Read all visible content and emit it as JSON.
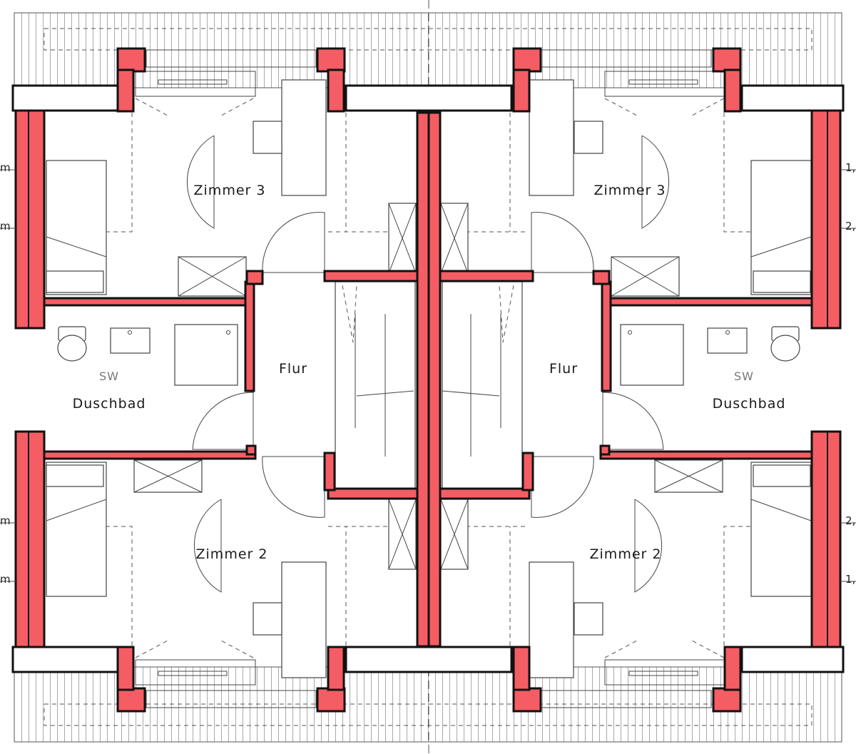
{
  "colors": {
    "wall_fill": "#f45d63",
    "line": "#111111",
    "background": "#ffffff"
  },
  "rooms": {
    "zimmer3_left": "Zimmer 3",
    "zimmer3_right": "Zimmer 3",
    "zimmer2_left": "Zimmer 2",
    "zimmer2_right": "Zimmer 2",
    "flur_left": "Flur",
    "flur_right": "Flur",
    "bath_left": "Duschbad",
    "bath_right": "Duschbad",
    "sw_left": "SW",
    "sw_right": "SW"
  },
  "dimension_fragments": {
    "left": [
      "m",
      "m",
      "m",
      "m"
    ],
    "right": [
      "1,",
      "2,",
      "2,",
      "1,"
    ]
  }
}
